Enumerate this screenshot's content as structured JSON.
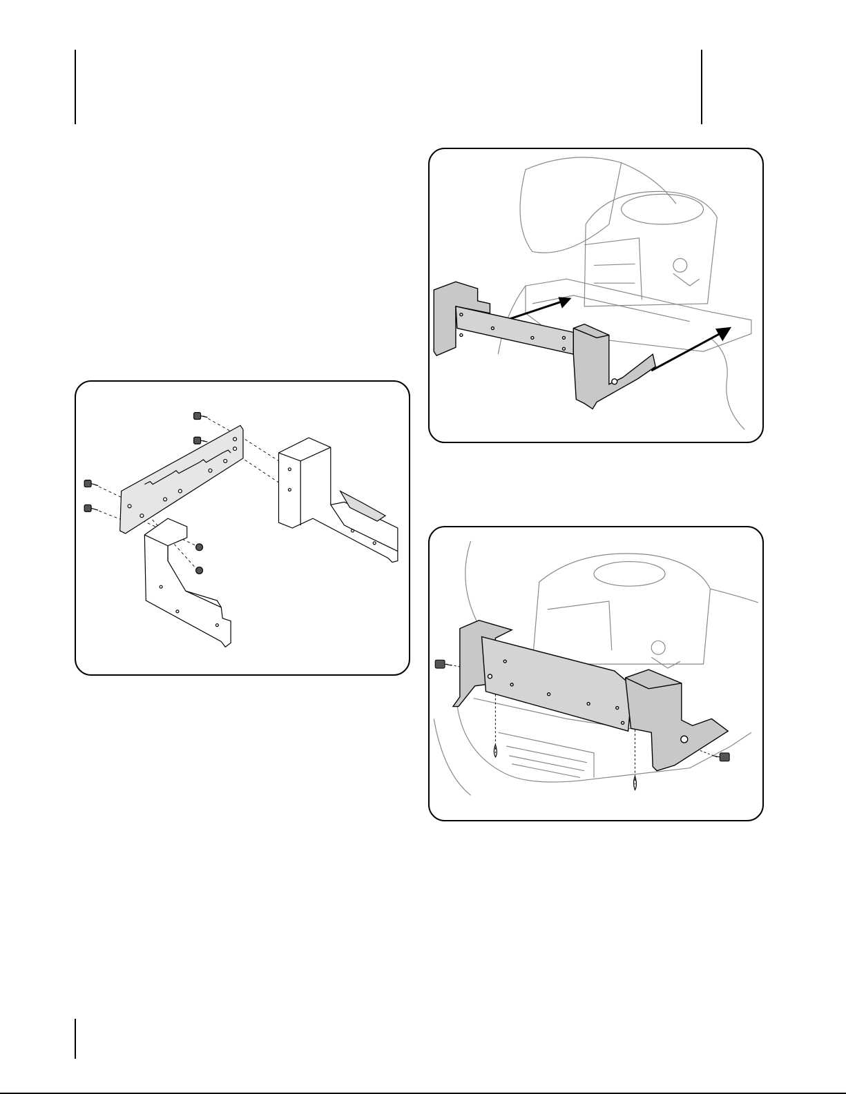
{
  "page": {
    "background": "#ffffff",
    "line_color": "#000000",
    "part_fill": "#c8c8c8",
    "part_fill_light": "#e6e6e6",
    "machine_stroke": "#888888"
  },
  "figures": [
    {
      "id": "bracket-assembly-exploded",
      "icon": "bracket-assembly-drawing"
    },
    {
      "id": "bracket-slide-onto-frame",
      "icon": "tractor-frame-install-drawing"
    },
    {
      "id": "bracket-secure-to-frame",
      "icon": "tractor-frame-fastened-drawing"
    }
  ]
}
